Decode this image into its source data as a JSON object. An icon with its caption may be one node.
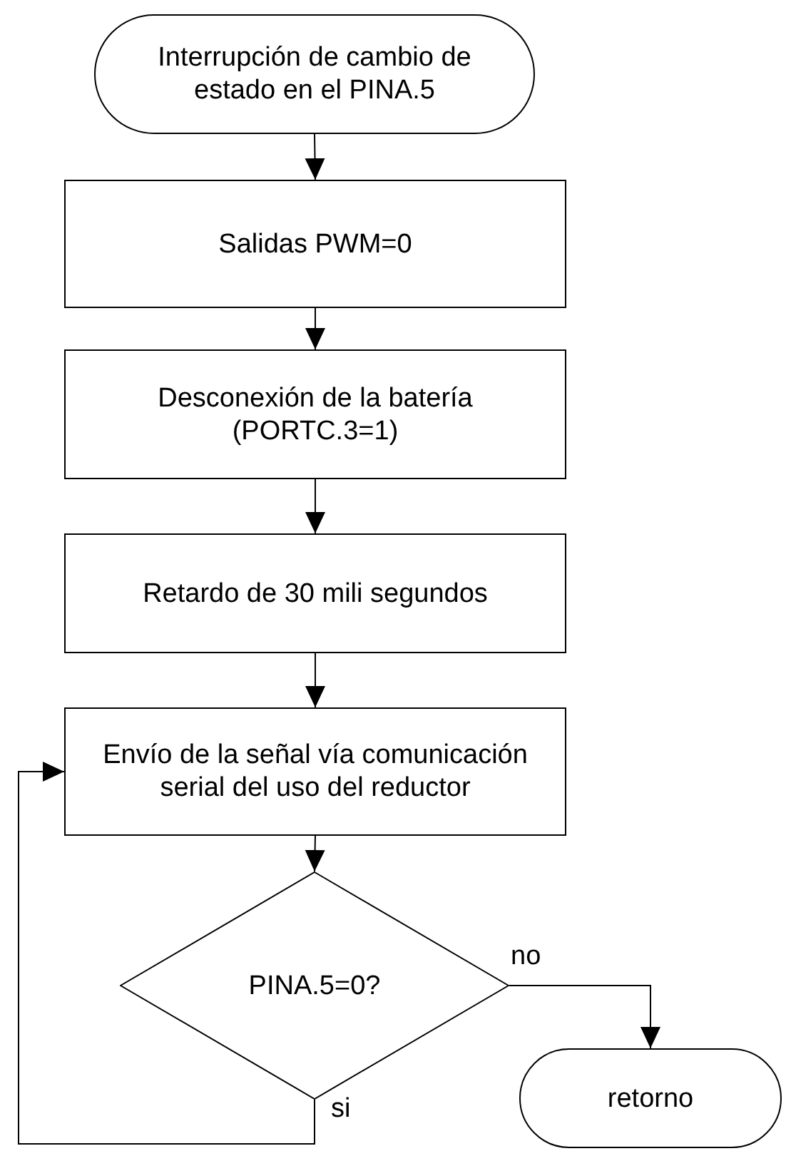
{
  "diagram": {
    "nodes": [
      {
        "text": [
          "Interrupción de cambio de estado en el PINA.5"
        ]
      },
      {
        "text": [
          "Salidas PWM=0"
        ]
      },
      {
        "text": [
          "Desconexión de la batería (PORTC.3=1)"
        ]
      },
      {
        "text": [
          "Retardo de 30 mili segundos"
        ]
      },
      {
        "text": [
          "Envío de  la señal vía comunicación serial del uso del reductor"
        ]
      },
      {
        "text": [
          "PINA.5=0?"
        ]
      },
      {
        "text": [
          "retorno"
        ]
      }
    ],
    "edges": [
      {
        "from": 0,
        "to": 1,
        "arrow": "to"
      },
      {
        "from": 1,
        "to": 2,
        "arrow": "to"
      },
      {
        "from": 2,
        "to": 3,
        "arrow": "to"
      },
      {
        "from": 3,
        "to": 4,
        "arrow": "to"
      },
      {
        "from": 4,
        "to": 5,
        "arrow": "to"
      },
      {
        "from": 5,
        "to": 6,
        "arrow": "to",
        "label": "no"
      },
      {
        "from": 5,
        "to": 4,
        "arrow": "to",
        "label": "si"
      }
    ]
  }
}
